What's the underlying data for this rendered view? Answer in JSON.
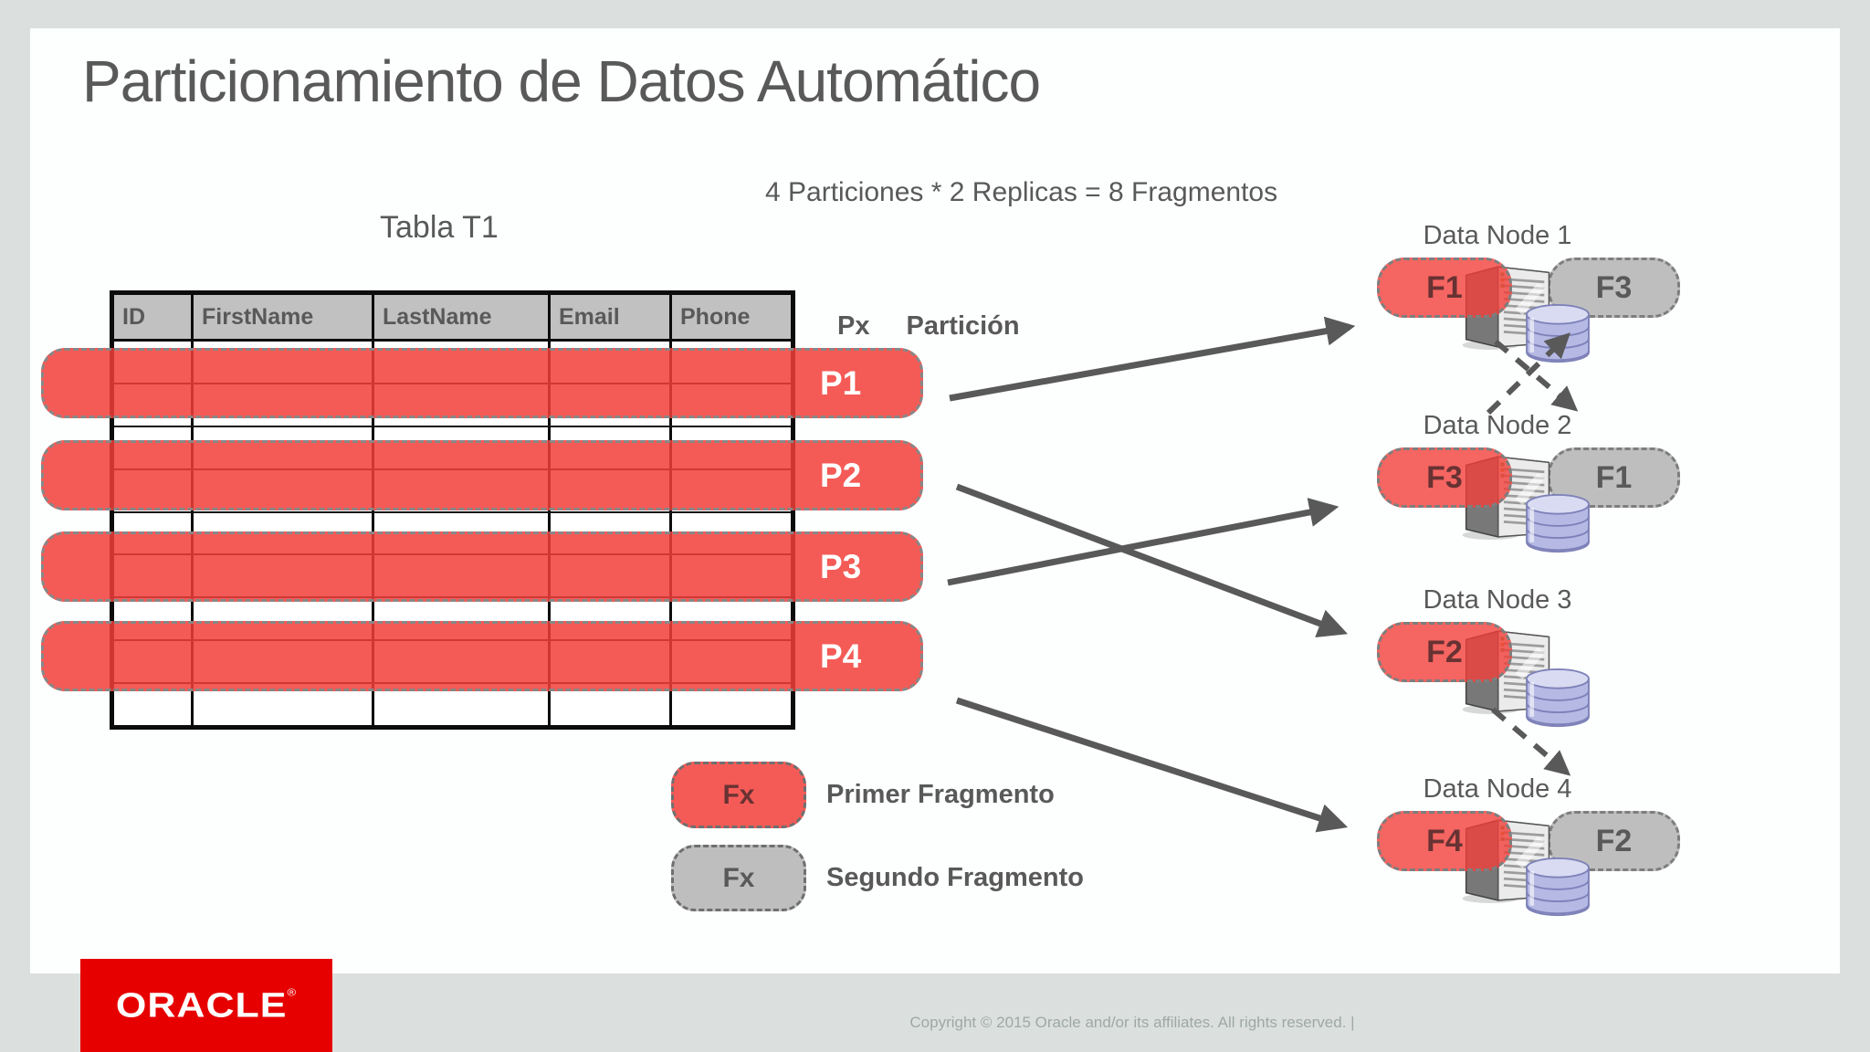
{
  "slide": {
    "title": "Particionamiento de Datos Automático",
    "formula": "4 Particiones * 2 Replicas = 8 Fragmentos",
    "table_label": "Tabla T1"
  },
  "table": {
    "columns": [
      "ID",
      "FirstName",
      "LastName",
      "Email",
      "Phone"
    ],
    "empty_row_count": 9
  },
  "partition_header": {
    "px": "Px",
    "label": "Partición"
  },
  "partitions": [
    {
      "label": "P1"
    },
    {
      "label": "P2"
    },
    {
      "label": "P3"
    },
    {
      "label": "P4"
    }
  ],
  "legend": {
    "items": [
      {
        "swatch": "Fx",
        "type": "primary",
        "label": "Primer Fragmento"
      },
      {
        "swatch": "Fx",
        "type": "secondary",
        "label": "Segundo Fragmento"
      }
    ]
  },
  "data_nodes": [
    {
      "name": "Data Node 1",
      "primary_fragment": "F1",
      "secondary_fragment": "F3"
    },
    {
      "name": "Data Node 2",
      "primary_fragment": "F3",
      "secondary_fragment": "F1"
    },
    {
      "name": "Data Node 3",
      "primary_fragment": "F2",
      "secondary_fragment": ""
    },
    {
      "name": "Data Node 4",
      "primary_fragment": "F4",
      "secondary_fragment": "F2"
    }
  ],
  "footer": {
    "logo_text": "ORACLE",
    "logo_registered": "®",
    "copyright": "Copyright © 2015 Oracle and/or its affiliates. All rights reserved.  |"
  },
  "colors": {
    "accent_red": "#f23e3a",
    "fragment_gray": "#c6c6c6",
    "arrow_gray": "#595959",
    "oracle_red": "#e60000",
    "page_background": "#dbe0de"
  }
}
